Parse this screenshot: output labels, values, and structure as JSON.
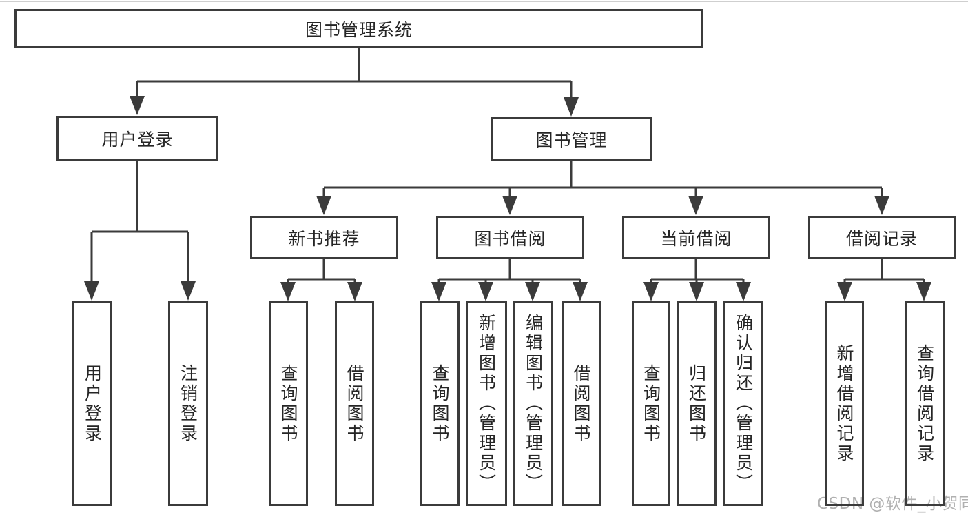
{
  "diagram": {
    "title": "图书管理系统",
    "nodes": {
      "root": "图书管理系统",
      "user_login": "用户登录",
      "book_management": "图书管理",
      "user_login_v": "用户登录",
      "logout": "注销登录",
      "new_book_recommend": "新书推荐",
      "book_borrow": "图书借阅",
      "current_borrow": "当前借阅",
      "borrow_records": "借阅记录",
      "query_books_1": "查询图书",
      "borrow_books_1": "借阅图书",
      "query_books_2": "查询图书",
      "add_book_admin": "新增图书（管理员）",
      "edit_book_admin": "编辑图书（管理员）",
      "borrow_books_2": "借阅图书",
      "query_books_3": "查询图书",
      "return_book": "归还图书",
      "confirm_return_admin": "确认归还（管理员）",
      "add_borrow_record": "新增借阅记录",
      "query_borrow_record": "查询借阅记录"
    },
    "edges": [
      "root -> user_login",
      "root -> book_management",
      "user_login -> user_login_v",
      "user_login -> logout",
      "book_management -> new_book_recommend",
      "book_management -> book_borrow",
      "book_management -> current_borrow",
      "book_management -> borrow_records",
      "new_book_recommend -> query_books_1",
      "new_book_recommend -> borrow_books_1",
      "book_borrow -> query_books_2",
      "book_borrow -> add_book_admin",
      "book_borrow -> edit_book_admin",
      "book_borrow -> borrow_books_2",
      "current_borrow -> query_books_3",
      "current_borrow -> return_book",
      "current_borrow -> confirm_return_admin",
      "borrow_records -> add_borrow_record",
      "borrow_records -> query_borrow_record"
    ]
  },
  "watermark": "CSDN @软件_小贺同学",
  "colors": {
    "line": "#3b3b3b",
    "text": "#252525",
    "background": "#ffffff",
    "watermark": "#b0b0b0"
  }
}
